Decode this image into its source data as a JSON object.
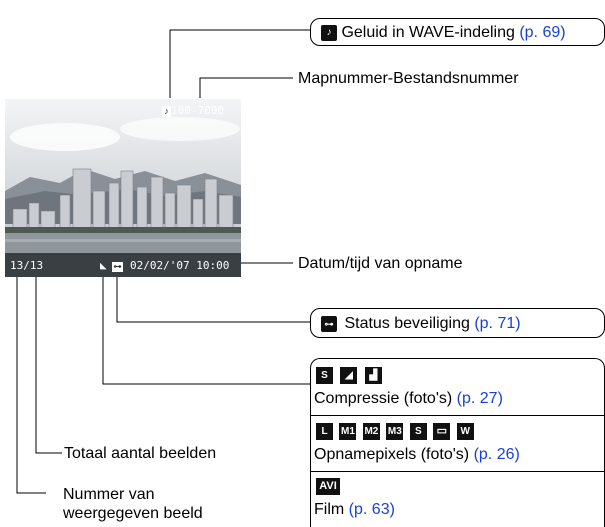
{
  "screen": {
    "top_info": "100-7000",
    "image_counter": "13/13",
    "datetime": "02/02/'07  10:00"
  },
  "labels": {
    "wave": {
      "text": "Geluid in WAVE-indeling",
      "ref": "(p. 69)"
    },
    "folder": "Mapnummer-Bestandsnummer",
    "datetime": "Datum/tijd van opname",
    "protect": {
      "text": "Status beveiliging",
      "ref": "(p. 71)"
    },
    "compression": {
      "text": "Compressie (foto's)",
      "ref": "(p. 27)"
    },
    "pixels": {
      "text": "Opnamepixels (foto's)",
      "ref": "(p. 26)"
    },
    "movie": {
      "text": "Film",
      "ref": "(p. 63)"
    },
    "total": "Totaal aantal beelden",
    "number_line1": "Nummer van",
    "number_line2": "weergegeven beeld"
  },
  "icons": {
    "pixel_sizes": [
      "L",
      "M1",
      "M2",
      "M3",
      "S",
      "",
      "W"
    ],
    "movie_icon": "AVI"
  },
  "colors": {
    "link": "#1a40d8"
  }
}
